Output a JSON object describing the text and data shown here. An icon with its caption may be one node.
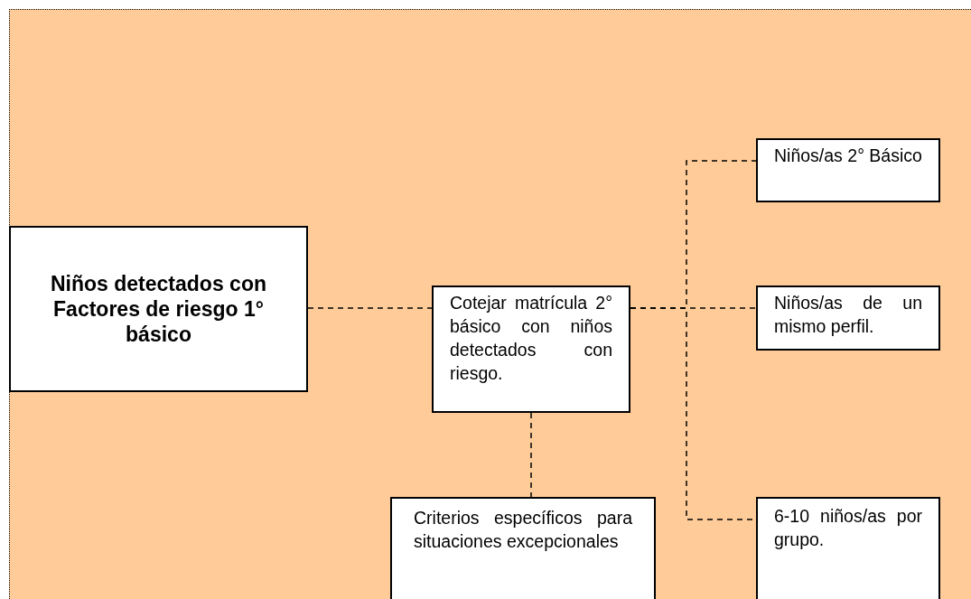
{
  "diagram": {
    "nodes": [
      {
        "text": [
          "Niños detectados con Factores de riesgo 1° básico"
        ]
      },
      {
        "text": [
          "Cotejar matrícula 2° básico con niños detectados con riesgo."
        ]
      },
      {
        "text": [
          "Niños/as 2° Básico"
        ]
      },
      {
        "text": [
          "Niños/as de un mismo perfil."
        ]
      },
      {
        "text": [
          "6-10 niños/as por grupo."
        ]
      },
      {
        "text": [
          "Criterios específicos para situaciones excepcionales"
        ]
      }
    ],
    "edges": [
      {
        "from": 0,
        "to": 1,
        "arrow": "none",
        "style": "dashed"
      },
      {
        "from": 1,
        "to": 2,
        "arrow": "none",
        "style": "dashed"
      },
      {
        "from": 1,
        "to": 3,
        "arrow": "none",
        "style": "dashed"
      },
      {
        "from": 1,
        "to": 4,
        "arrow": "none",
        "style": "dashed"
      },
      {
        "from": 1,
        "to": 5,
        "arrow": "none",
        "style": "dashed"
      }
    ]
  }
}
